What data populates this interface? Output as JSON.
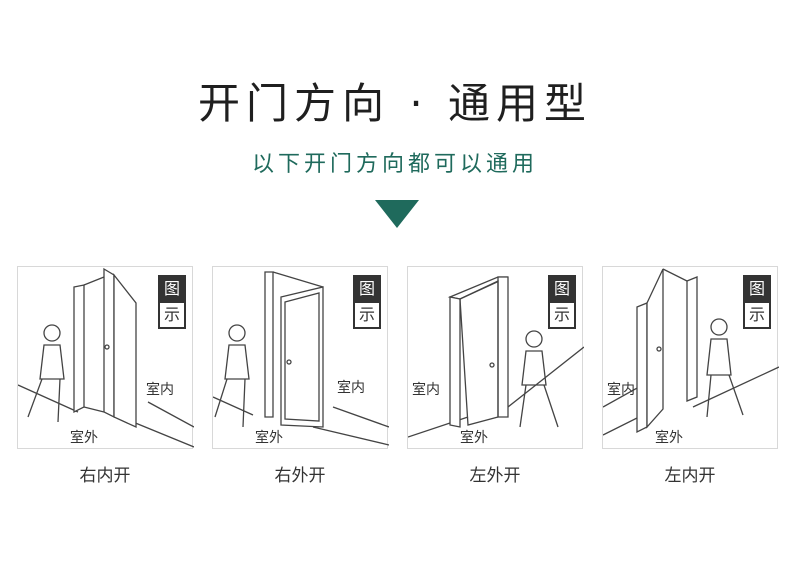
{
  "header": {
    "title": "开门方向 · 通用型",
    "subtitle": "以下开门方向都可以通用"
  },
  "colors": {
    "accent": "#1f6a5c",
    "badge_bg": "#333333"
  },
  "panels": [
    {
      "badge_top": "图",
      "badge_bottom": "示",
      "indoor": "室内",
      "outdoor": "室外",
      "caption": "右内开"
    },
    {
      "badge_top": "图",
      "badge_bottom": "示",
      "indoor": "室内",
      "outdoor": "室外",
      "caption": "右外开"
    },
    {
      "badge_top": "图",
      "badge_bottom": "示",
      "indoor": "室内",
      "outdoor": "室外",
      "caption": "左外开"
    },
    {
      "badge_top": "图",
      "badge_bottom": "示",
      "indoor": "室内",
      "outdoor": "室外",
      "caption": "左内开"
    }
  ]
}
